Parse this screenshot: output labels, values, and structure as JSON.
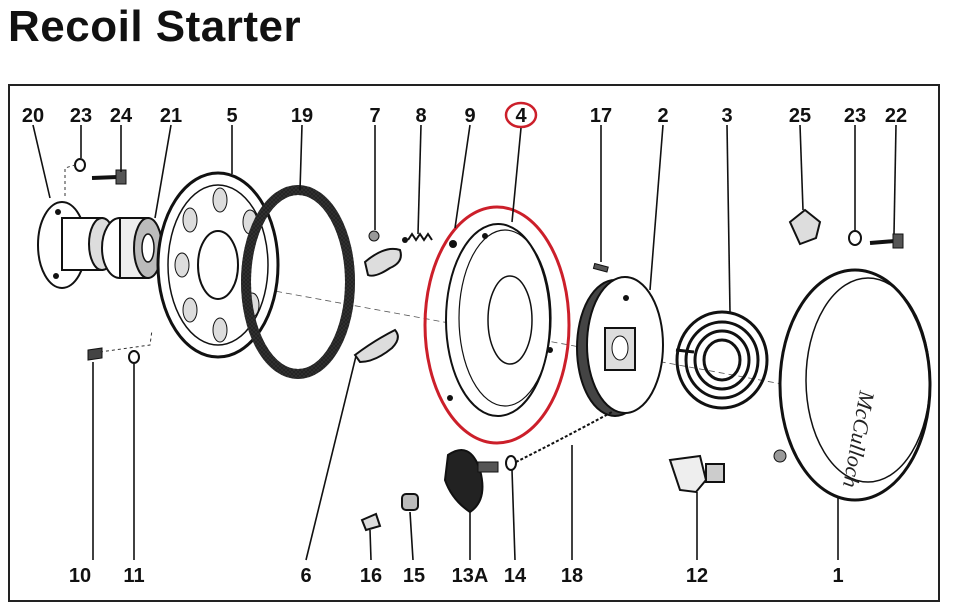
{
  "title": "Recoil Starter",
  "brand_text": "McCulloch",
  "highlight_color": "#cc1f2a",
  "part_labels": [
    {
      "id": "p20",
      "text": "20"
    },
    {
      "id": "p23a",
      "text": "23"
    },
    {
      "id": "p24",
      "text": "24"
    },
    {
      "id": "p21",
      "text": "21"
    },
    {
      "id": "p5",
      "text": "5"
    },
    {
      "id": "p19",
      "text": "19"
    },
    {
      "id": "p7",
      "text": "7"
    },
    {
      "id": "p8",
      "text": "8"
    },
    {
      "id": "p9",
      "text": "9"
    },
    {
      "id": "p4",
      "text": "4"
    },
    {
      "id": "p17",
      "text": "17"
    },
    {
      "id": "p2",
      "text": "2"
    },
    {
      "id": "p3",
      "text": "3"
    },
    {
      "id": "p25",
      "text": "25"
    },
    {
      "id": "p23b",
      "text": "23"
    },
    {
      "id": "p22",
      "text": "22"
    },
    {
      "id": "p10",
      "text": "10"
    },
    {
      "id": "p11",
      "text": "11"
    },
    {
      "id": "p6",
      "text": "6"
    },
    {
      "id": "p16",
      "text": "16"
    },
    {
      "id": "p15",
      "text": "15"
    },
    {
      "id": "p13A",
      "text": "13A"
    },
    {
      "id": "p14",
      "text": "14"
    },
    {
      "id": "p18",
      "text": "18"
    },
    {
      "id": "p12",
      "text": "12"
    },
    {
      "id": "p1",
      "text": "1"
    }
  ]
}
